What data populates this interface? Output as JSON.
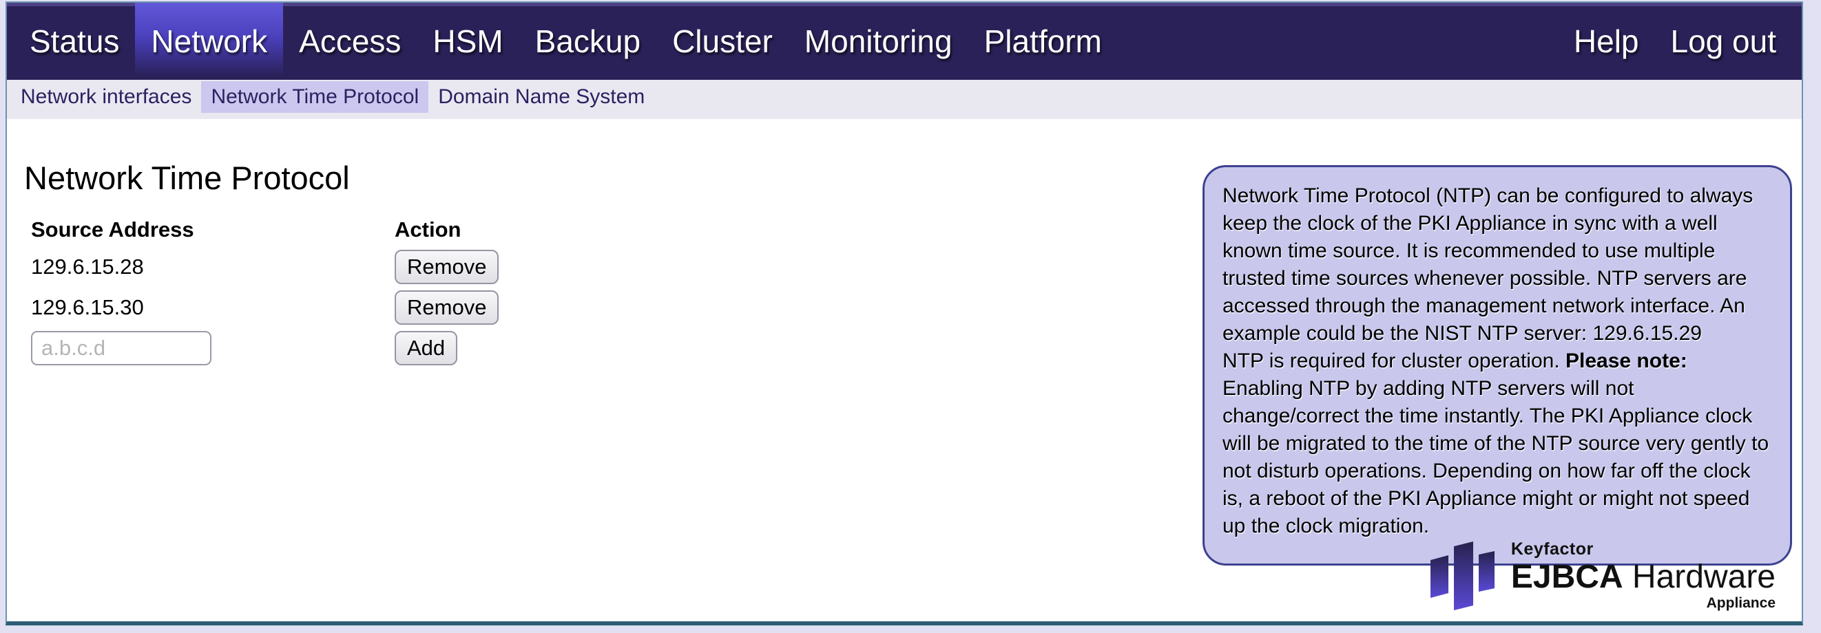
{
  "nav": {
    "items": [
      {
        "label": "Status",
        "selected": false
      },
      {
        "label": "Network",
        "selected": true
      },
      {
        "label": "Access",
        "selected": false
      },
      {
        "label": "HSM",
        "selected": false
      },
      {
        "label": "Backup",
        "selected": false
      },
      {
        "label": "Cluster",
        "selected": false
      },
      {
        "label": "Monitoring",
        "selected": false
      },
      {
        "label": "Platform",
        "selected": false
      }
    ],
    "right_items": [
      {
        "label": "Help"
      },
      {
        "label": "Log out"
      }
    ]
  },
  "subnav": {
    "items": [
      {
        "label": "Network interfaces",
        "selected": false
      },
      {
        "label": "Network Time Protocol",
        "selected": true
      },
      {
        "label": "Domain Name System",
        "selected": false
      }
    ]
  },
  "main": {
    "title": "Network Time Protocol",
    "table": {
      "headers": [
        "Source Address",
        "Action"
      ],
      "rows": [
        {
          "address": "129.6.15.28",
          "action_label": "Remove"
        },
        {
          "address": "129.6.15.30",
          "action_label": "Remove"
        }
      ],
      "add_row": {
        "placeholder": "a.b.c.d",
        "action_label": "Add"
      }
    }
  },
  "info_box": {
    "part1": "Network Time Protocol (NTP) can be configured to always keep the clock of the PKI Appliance in sync with a well known time source. It is recommended to use multiple trusted time sources whenever possible. NTP servers are accessed through the management network interface. An example could be the NIST NTP server: 129.6.15.29",
    "part2_before_bold": "NTP is required for cluster operation. ",
    "part2_bold": "Please note:",
    "part2_after_bold": " Enabling NTP by adding NTP servers will not change/correct the time instantly. The PKI Appliance clock will be migrated to the time of the NTP source very gently to not disturb operations. Depending on how far off the clock is, a reboot of the PKI Appliance might or might not speed up the clock migration."
  },
  "logo": {
    "brand": "Keyfactor",
    "product_bold": "EJBCA",
    "product_regular": "Hardware",
    "variant": "Appliance"
  },
  "colors": {
    "page_bg": "#e2e1f4",
    "navbar_bg": "#2a2158",
    "nav_selected_top": "#6158d8",
    "subnav_bg": "#e9e8f1",
    "subnav_selected_bg": "#cbc7ee",
    "subnav_text": "#2b2160",
    "info_bg": "#c9c8ec",
    "info_border": "#3d418f",
    "frame_border": "#6b93ad",
    "frame_bottom_border": "#2d5f75",
    "logo_gradient_top": "#27224e",
    "logo_gradient_bottom": "#5a49d6"
  }
}
